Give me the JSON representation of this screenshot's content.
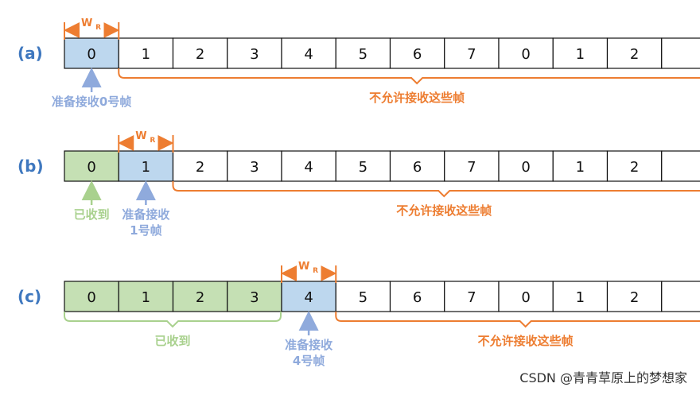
{
  "rows": [
    {
      "label": "(a)",
      "cells": [
        "0",
        "1",
        "2",
        "3",
        "4",
        "5",
        "6",
        "7",
        "0",
        "1",
        "2",
        ""
      ],
      "received_count": 0,
      "window_index": 0,
      "window_label": "W",
      "window_sub": "R",
      "ready_lines": [
        "准备接收0号帧"
      ],
      "received_label": "",
      "rejected_label": "不允许接收这些帧"
    },
    {
      "label": "(b)",
      "cells": [
        "0",
        "1",
        "2",
        "3",
        "4",
        "5",
        "6",
        "7",
        "0",
        "1",
        "2",
        ""
      ],
      "received_count": 1,
      "window_index": 1,
      "window_label": "W",
      "window_sub": "R",
      "ready_lines": [
        "准备接收",
        "1号帧"
      ],
      "received_label": "已收到",
      "rejected_label": "不允许接收这些帧"
    },
    {
      "label": "(c)",
      "cells": [
        "0",
        "1",
        "2",
        "3",
        "4",
        "5",
        "6",
        "7",
        "0",
        "1",
        "2",
        ""
      ],
      "received_count": 4,
      "window_index": 4,
      "window_label": "W",
      "window_sub": "R",
      "ready_lines": [
        "准备接收",
        "4号帧"
      ],
      "received_label": "已收到",
      "rejected_label": "不允许接收这些帧"
    }
  ],
  "colors": {
    "received_fill": "#c5e0b4",
    "window_fill": "#bdd7ee",
    "normal_fill": "#ffffff",
    "orange": "#ed7d31",
    "blue": "#8faadc",
    "green": "#a9d18e",
    "row_label": "#3f78bf"
  },
  "watermark": "CSDN @青青草原上的梦想家"
}
